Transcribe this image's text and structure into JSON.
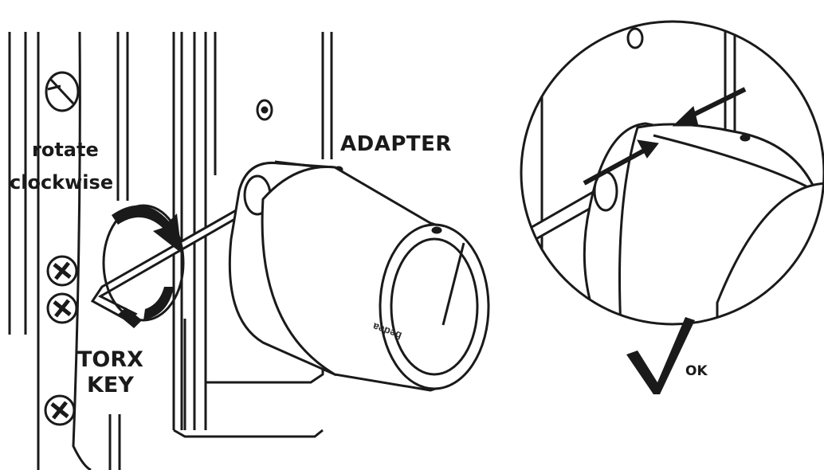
{
  "labels": {
    "rotate_line1": "rotate",
    "rotate_line2": "clockwise",
    "adapter": "ADAPTER",
    "torx_line1": "TORX",
    "torx_line2": "KEY",
    "ok": "OK"
  },
  "device_brand": "bedea",
  "colors": {
    "ink": "#1a1a1a",
    "background": "#ffffff"
  },
  "icons": {
    "check": "checkmark-icon",
    "arrow": "alignment-arrow-icon",
    "rotate": "rotate-clockwise-arrow-icon",
    "screw": "screw-icon"
  }
}
